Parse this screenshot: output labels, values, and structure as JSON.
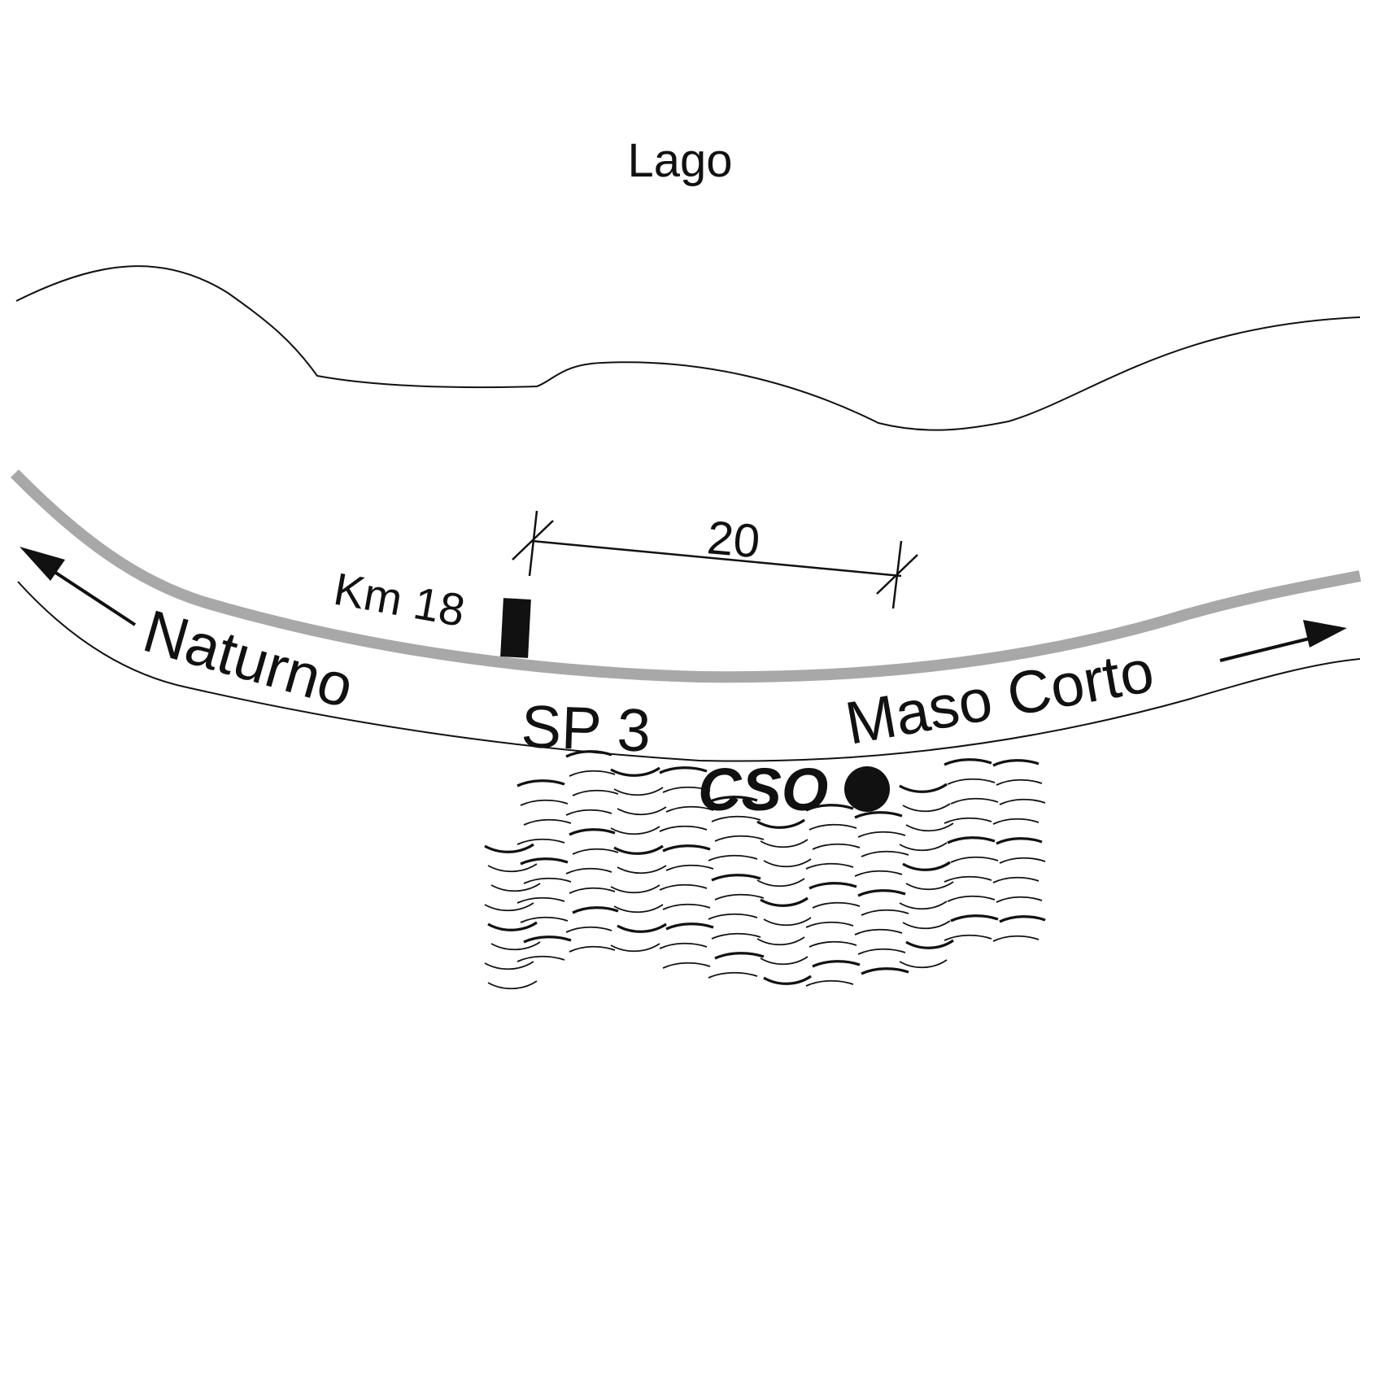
{
  "map": {
    "lake_label": "Lago",
    "road": {
      "name": "SP 3",
      "direction_left": "Naturno",
      "direction_right": "Maso Corto"
    },
    "km_marker": "Km 18",
    "distance_dimension": "20",
    "site_label": "CSO",
    "colors": {
      "ink": "#111111",
      "road_centerline": "#a8a8a8",
      "background": "#ffffff"
    },
    "symbols": {
      "site": "filled-circle",
      "slope": "hachures",
      "km_marker": "black-rectangle"
    }
  }
}
